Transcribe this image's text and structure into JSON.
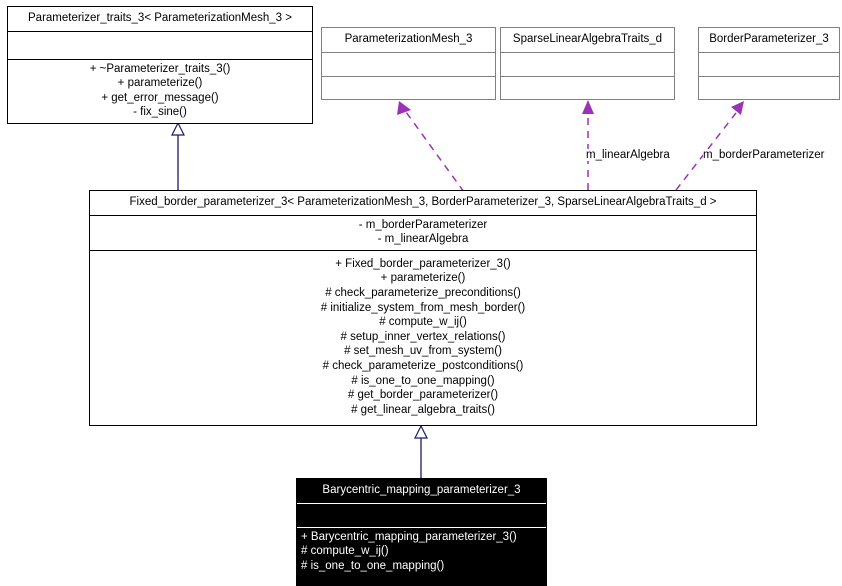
{
  "diagram": {
    "kind": "uml-class-diagram",
    "background": "#ffffff",
    "colors": {
      "inheritance_edge": "#1a1a6e",
      "usage_edge": "#9a33b5",
      "box_border": "#000000",
      "light_box_border": "#808080",
      "dark_box_fill": "#000000",
      "dark_box_text": "#ffffff"
    }
  },
  "classes": {
    "parameterizer_traits_3": {
      "title": "Parameterizer_traits_3< ParameterizationMesh_3 >",
      "attributes": [],
      "operations": [
        "+ ~Parameterizer_traits_3()",
        "+ parameterize()",
        "+ get_error_message()",
        "- fix_sine()"
      ]
    },
    "parameterization_mesh_3": {
      "title": "ParameterizationMesh_3",
      "attributes": [],
      "operations": []
    },
    "sparse_linear_algebra_traits_d": {
      "title": "SparseLinearAlgebraTraits_d",
      "attributes": [],
      "operations": []
    },
    "border_parameterizer_3": {
      "title": "BorderParameterizer_3",
      "attributes": [],
      "operations": []
    },
    "fixed_border_parameterizer_3": {
      "title": "Fixed_border_parameterizer_3< ParameterizationMesh_3, BorderParameterizer_3, SparseLinearAlgebraTraits_d >",
      "attributes": [
        "- m_borderParameterizer",
        "- m_linearAlgebra"
      ],
      "operations": [
        "+ Fixed_border_parameterizer_3()",
        "+ parameterize()",
        "# check_parameterize_preconditions()",
        "# initialize_system_from_mesh_border()",
        "# compute_w_ij()",
        "# setup_inner_vertex_relations()",
        "# set_mesh_uv_from_system()",
        "# check_parameterize_postconditions()",
        "# is_one_to_one_mapping()",
        "# get_border_parameterizer()",
        "# get_linear_algebra_traits()"
      ]
    },
    "barycentric_mapping_parameterizer_3": {
      "title": "Barycentric_mapping_parameterizer_3",
      "attributes": [],
      "operations": [
        "+ Barycentric_mapping_parameterizer_3()",
        "# compute_w_ij()",
        "# is_one_to_one_mapping()"
      ]
    }
  },
  "edge_labels": {
    "m_linear_algebra": "m_linearAlgebra",
    "m_border_parameterizer": "m_borderParameterizer"
  }
}
